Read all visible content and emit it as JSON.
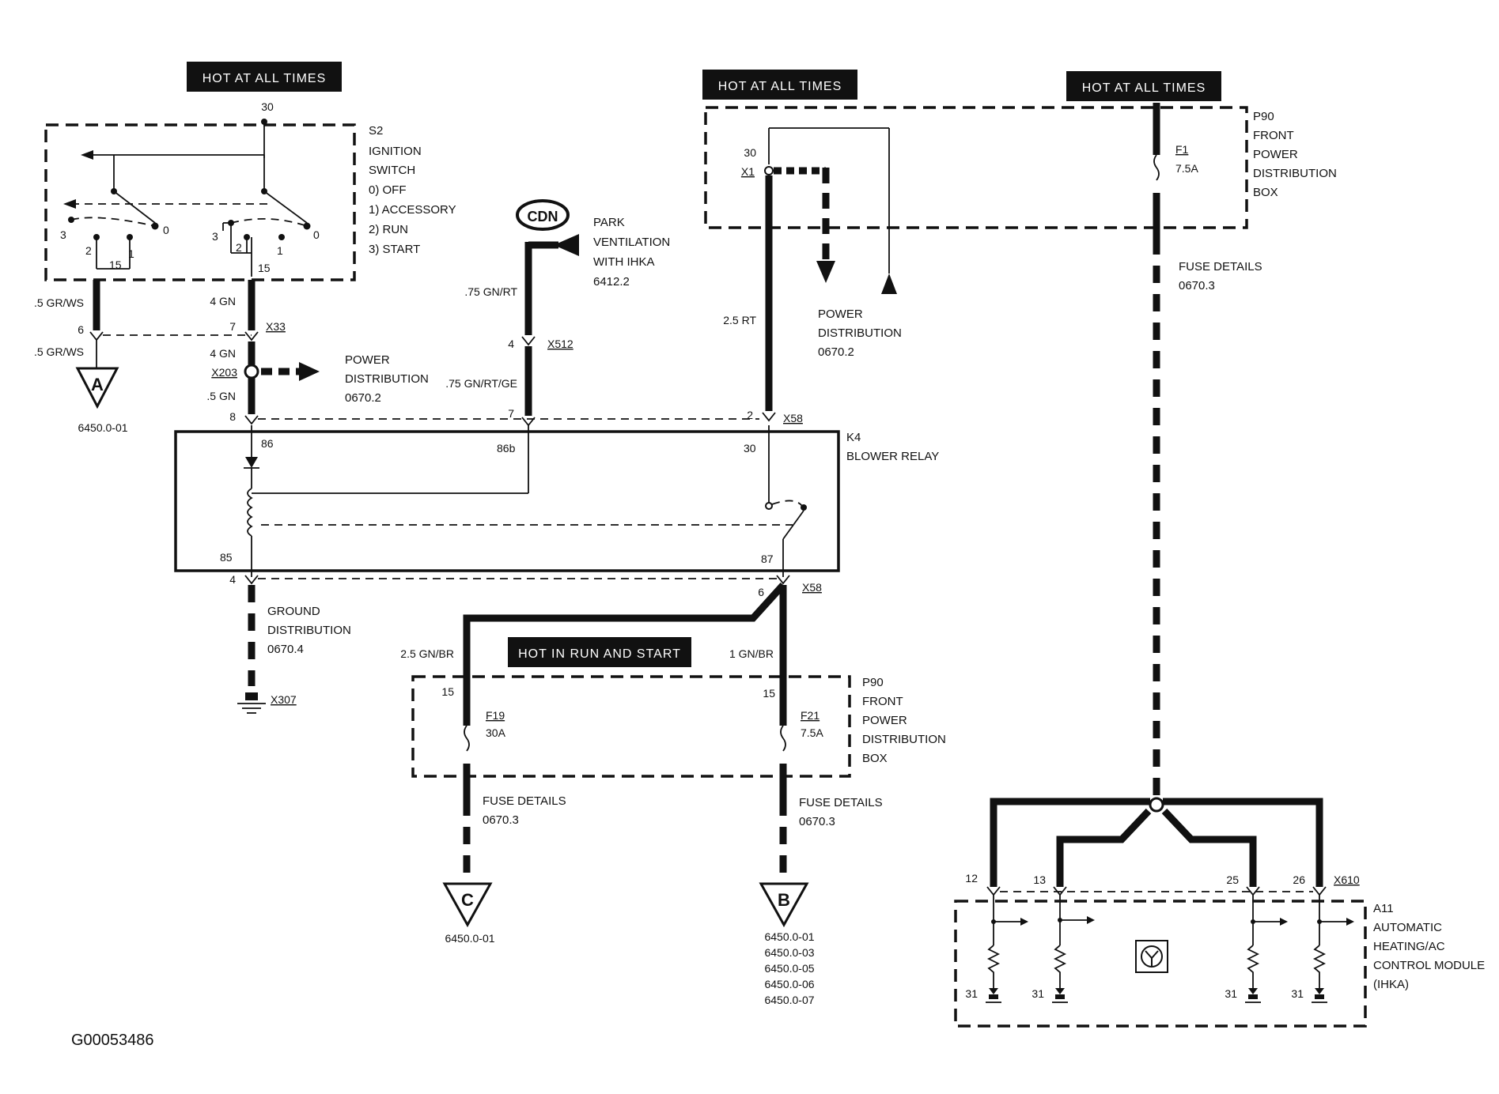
{
  "diagram_code": "G00053486",
  "hot_labels": {
    "hot1": "HOT AT ALL TIMES",
    "hot2": "HOT AT ALL TIMES",
    "hot3": "HOT AT ALL TIMES",
    "hot_run": "HOT IN RUN AND START"
  },
  "ignition": {
    "pin30": "30",
    "name": "S2",
    "title1": "IGNITION",
    "title2": "SWITCH",
    "pos0": "0)   OFF",
    "pos1": "1)   ACCESSORY",
    "pos2": "2)   RUN",
    "pos3": "3)   START",
    "c3a": "3",
    "c2a": "2",
    "c1a": "1",
    "c0a": "0",
    "c15a": "15",
    "c3b": "3",
    "c2b": "2",
    "c1b": "1",
    "c0b": "0",
    "c15b": "15"
  },
  "left_wires": {
    "w1": ".5 GR/WS",
    "pin6": "6",
    "w2": ".5 GR/WS",
    "w3": "4 GN",
    "pin7": "7",
    "x33": "X33",
    "w4": "4 GN",
    "x203": "X203",
    "w5": ".5 GN",
    "pin8": "8",
    "power_dist1": "POWER",
    "power_dist2": "DISTRIBUTION",
    "power_dist3": "0670.2"
  },
  "connector_a": {
    "letter": "A",
    "ref": "6450.0-01"
  },
  "cdn": {
    "badge": "CDN",
    "park1": "PARK",
    "park2": "VENTILATION",
    "park3": "WITH IHKA",
    "park4": "6412.2",
    "w1": ".75 GN/RT",
    "pin4": "4",
    "x512": "X512",
    "w2": ".75 GN/RT/GE",
    "pin7": "7"
  },
  "top_box": {
    "pin30": "30",
    "x1": "X1",
    "w1": "2.5 RT",
    "pd1": "POWER",
    "pd2": "DISTRIBUTION",
    "pd3": "0670.2",
    "f1": "F1",
    "f1a": "7.5A",
    "p90": "P90",
    "front": "FRONT",
    "power": "POWER",
    "dist": "DISTRIBUTION",
    "box": "BOX",
    "fd1": "FUSE DETAILS",
    "fd2": "0670.3"
  },
  "relay": {
    "pin2": "2",
    "x58": "X58",
    "k4": "K4",
    "name": "BLOWER RELAY",
    "p86": "86",
    "p86b": "86b",
    "p30": "30",
    "p85": "85",
    "p87": "87",
    "pin4": "4",
    "pin6": "6",
    "x58b": "X58"
  },
  "ground": {
    "gd1": "GROUND",
    "gd2": "DISTRIBUTION",
    "gd3": "0670.4",
    "x307": "X307"
  },
  "lower_fuse": {
    "w1": "2.5 GN/BR",
    "w2": "1 GN/BR",
    "p15a": "15",
    "p15b": "15",
    "f19": "F19",
    "f19a": "30A",
    "f21": "F21",
    "f21a": "7.5A",
    "p90": "P90",
    "front": "FRONT",
    "power": "POWER",
    "dist": "DISTRIBUTION",
    "box": "BOX",
    "fdA1": "FUSE DETAILS",
    "fdA2": "0670.3",
    "fdB1": "FUSE DETAILS",
    "fdB2": "0670.3"
  },
  "connector_c": {
    "letter": "C",
    "ref": "6450.0-01"
  },
  "connector_b": {
    "letter": "B",
    "refs": [
      "6450.0-01",
      "6450.0-03",
      "6450.0-05",
      "6450.0-06",
      "6450.0-07"
    ]
  },
  "module": {
    "p12": "12",
    "p13": "13",
    "p25": "25",
    "p26": "26",
    "x610": "X610",
    "a11": "A11",
    "l1": "AUTOMATIC",
    "l2": "HEATING/AC",
    "l3": "CONTROL MODULE",
    "l4": "(IHKA)",
    "g1": "31",
    "g2": "31",
    "g3": "31",
    "g4": "31"
  }
}
